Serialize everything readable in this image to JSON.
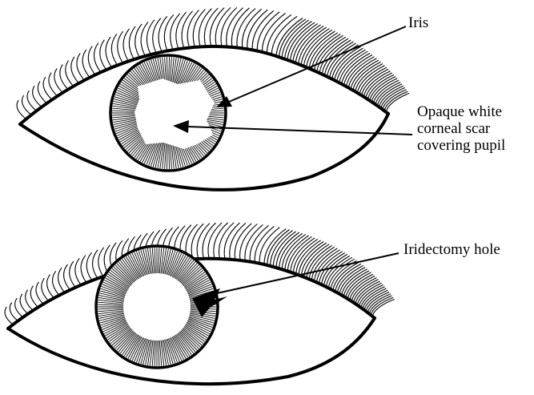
{
  "labels": {
    "iris": "Iris",
    "scar_lines": [
      "Opaque white",
      "corneal scar",
      "covering pupil"
    ],
    "hole": "Iridectomy hole"
  },
  "colors": {
    "ink": "#000000",
    "background": "#ffffff"
  }
}
